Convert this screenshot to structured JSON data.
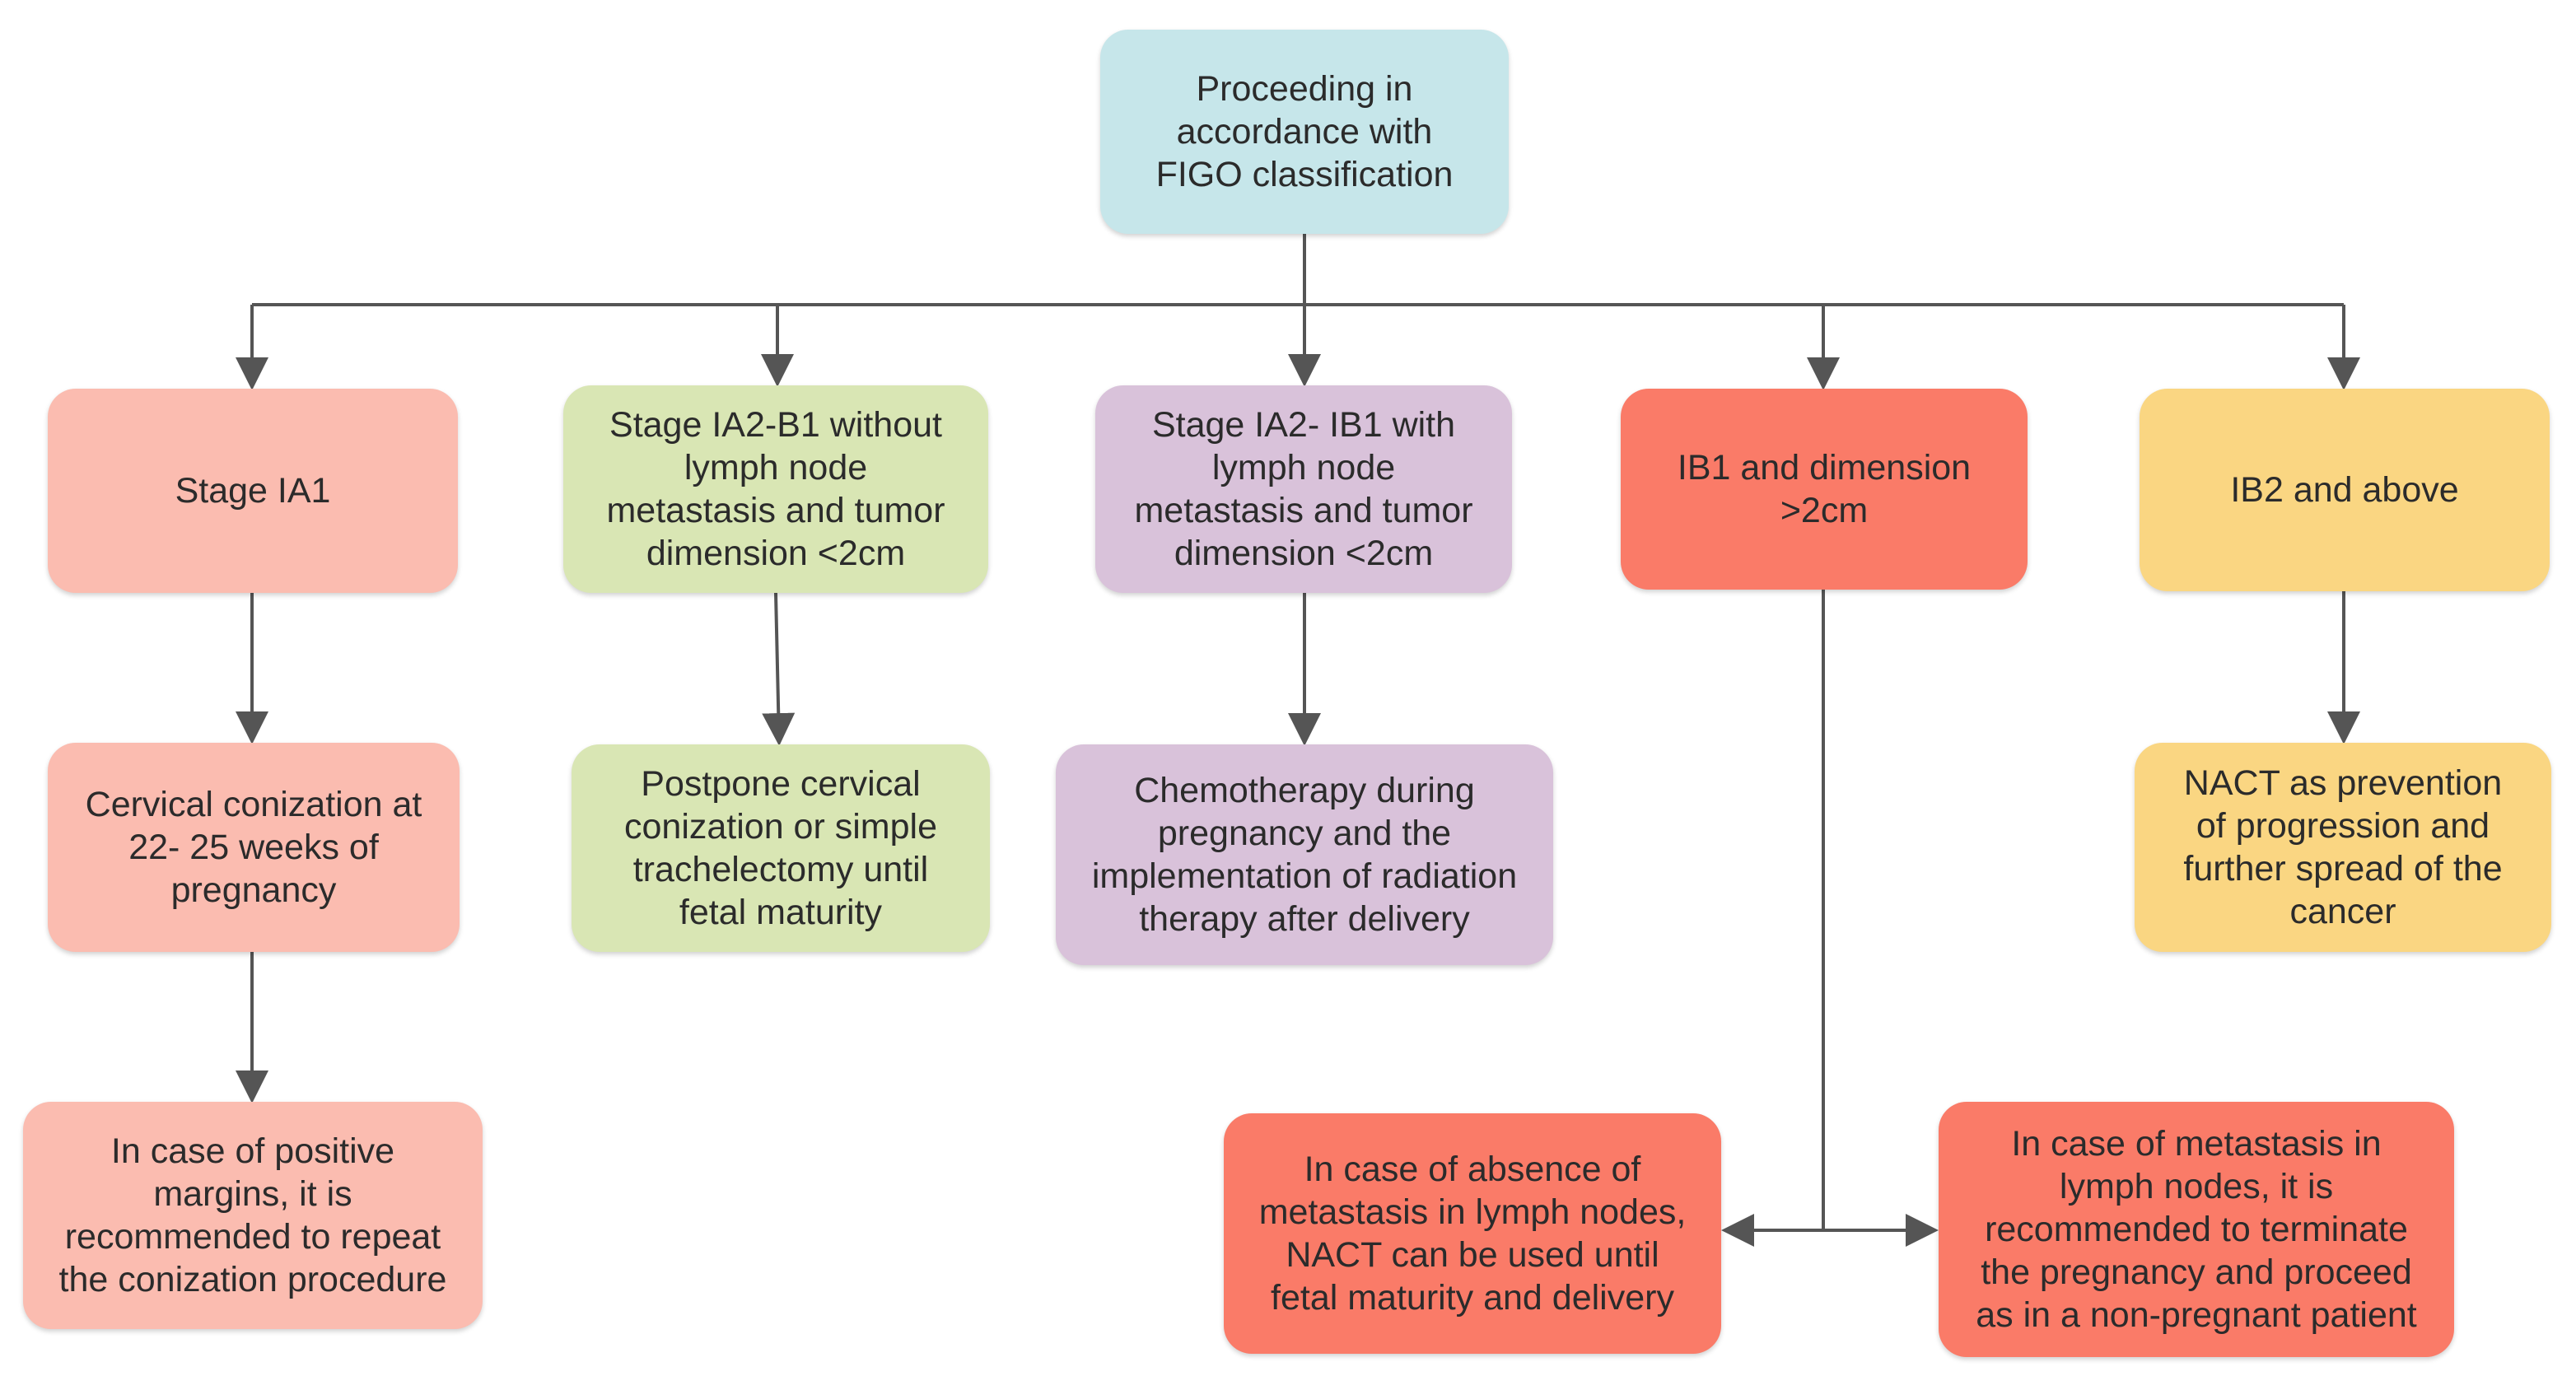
{
  "diagram": {
    "root": {
      "lines": [
        "Proceeding in",
        "accordance with",
        "FIGO classification"
      ]
    },
    "stages": [
      {
        "lines": [
          "Stage IA1"
        ]
      },
      {
        "lines": [
          "Stage IA2-B1 without",
          "lymph node",
          "metastasis and tumor",
          "dimension <2cm"
        ]
      },
      {
        "lines": [
          "Stage IA2- IB1 with",
          "lymph node",
          "metastasis and tumor",
          "dimension <2cm"
        ]
      },
      {
        "lines": [
          "IB1 and dimension",
          ">2cm"
        ]
      },
      {
        "lines": [
          "IB2 and above"
        ]
      }
    ],
    "recommendations": [
      {
        "lines": [
          "Cervical conization at",
          "22- 25 weeks of",
          "pregnancy"
        ]
      },
      {
        "lines": [
          "Postpone cervical",
          "conization or simple",
          "trachelectomy until",
          "fetal maturity"
        ]
      },
      {
        "lines": [
          "Chemotherapy during",
          "pregnancy and the",
          "implementation of radiation",
          "therapy after delivery"
        ]
      },
      {
        "lines": [
          "NACT as prevention",
          "of progression and",
          "further spread of the",
          "cancer"
        ]
      }
    ],
    "followups": [
      {
        "lines": [
          "In case of positive",
          "margins, it is",
          "recommended to repeat",
          "the conization procedure"
        ]
      },
      {
        "lines": [
          "In case of absence of",
          "metastasis in lymph nodes,",
          "NACT can be used until",
          "fetal maturity and delivery"
        ]
      },
      {
        "lines": [
          "In case of metastasis in",
          "lymph nodes, it is",
          "recommended to terminate",
          "the pregnancy and proceed",
          "as in a non-pregnant patient"
        ]
      }
    ],
    "colors": {
      "root": "#c6e6ea",
      "stage_ia1": "#fbbcb0",
      "stage_without_lymph": "#d9e6b4",
      "stage_with_lymph": "#d9c2da",
      "ib1_gt_2cm": "#fa7b68",
      "ib2_above": "#fad682",
      "connector": "#555555"
    }
  }
}
